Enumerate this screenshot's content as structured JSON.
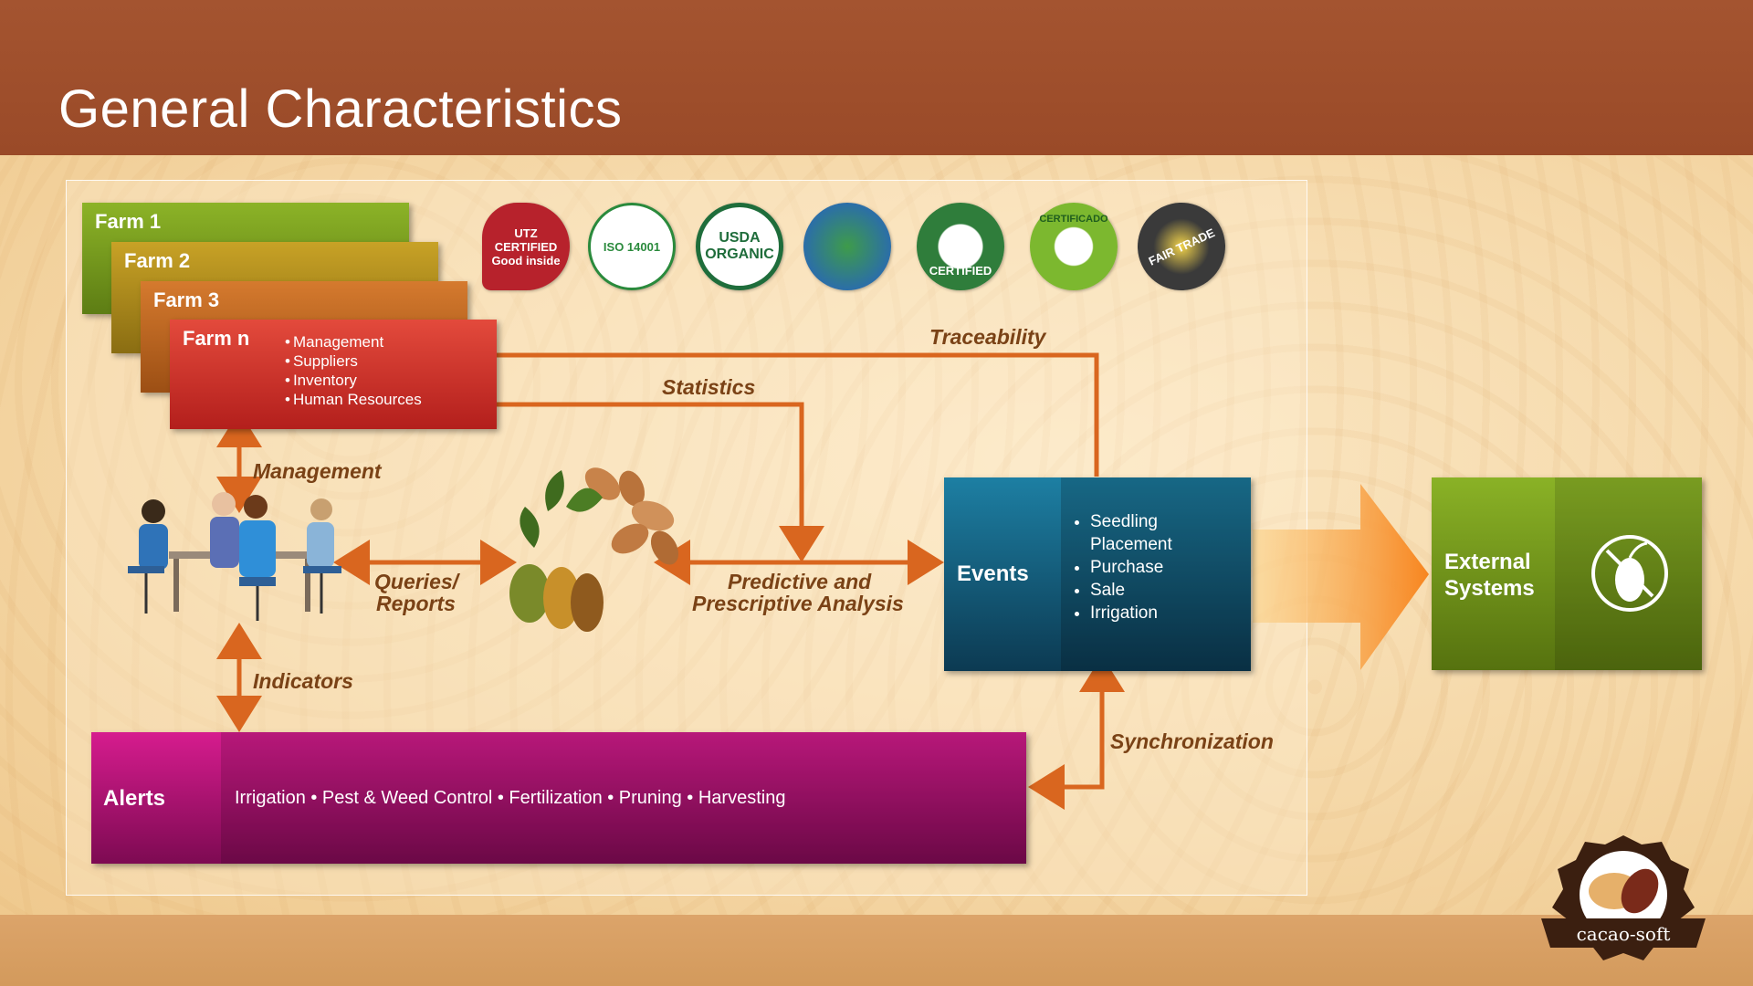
{
  "header": {
    "title": "General Characteristics"
  },
  "farms": [
    {
      "label": "Farm 1"
    },
    {
      "label": "Farm 2"
    },
    {
      "label": "Farm 3"
    },
    {
      "label": "Farm n",
      "items": [
        "Management",
        "Suppliers",
        "Inventory",
        "Human Resources"
      ]
    }
  ],
  "certifications": [
    {
      "name": "utz-logo",
      "text": "UTZ CERTIFIED Good inside",
      "color": "#b7222c"
    },
    {
      "name": "iso-14001-logo",
      "text": "ISO 14001",
      "color": "#2a8a3c"
    },
    {
      "name": "usda-organic-logo",
      "text": "USDA ORGANIC",
      "color": "#1f6d3b"
    },
    {
      "name": "ecuador-agency-logo",
      "text": "",
      "color": "#2b6ea8"
    },
    {
      "name": "rainforest-alliance-logo",
      "text": "CERTIFIED",
      "color": "#2f7d3b"
    },
    {
      "name": "social-responsibility-logo",
      "text": "CERTIFICADO",
      "color": "#7cb82f"
    },
    {
      "name": "fair-trade-logo",
      "text": "FAIR TRADE",
      "color": "#3a3a3a"
    }
  ],
  "labels": {
    "traceability": "Traceability",
    "statistics": "Statistics",
    "management": "Management",
    "queries": "Queries/",
    "reports": "Reports",
    "predictive": "Predictive and",
    "prescriptive": "Prescriptive Analysis",
    "indicators": "Indicators",
    "synchronization": "Synchronization"
  },
  "events": {
    "title": "Events",
    "items": [
      "Seedling Placement",
      "Purchase",
      "Sale",
      "Irrigation"
    ]
  },
  "external": {
    "title": "External Systems"
  },
  "alerts": {
    "title": "Alerts",
    "items": "Irrigation • Pest & Weed Control • Fertilization  •  Pruning  •  Harvesting"
  },
  "logo": {
    "text": "cacao-soft"
  },
  "colors": {
    "arrow": "#d9661f",
    "label": "#7a4216"
  }
}
